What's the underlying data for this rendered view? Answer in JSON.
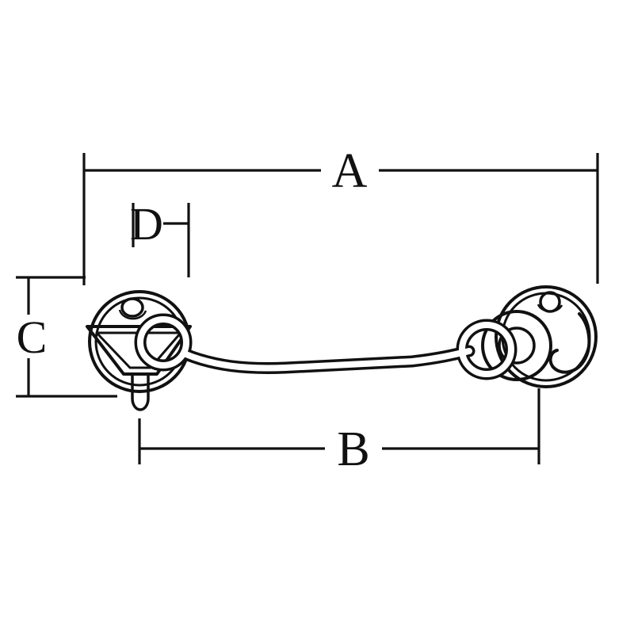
{
  "page": {
    "background_color": "#ffffff",
    "line_color": "#111111"
  },
  "diagram": {
    "type": "technical-drawing",
    "subject": "cabin-hook-latch-dimension-drawing",
    "dimension_labels": {
      "a": "A",
      "b": "B",
      "c": "C",
      "d": "D"
    }
  }
}
